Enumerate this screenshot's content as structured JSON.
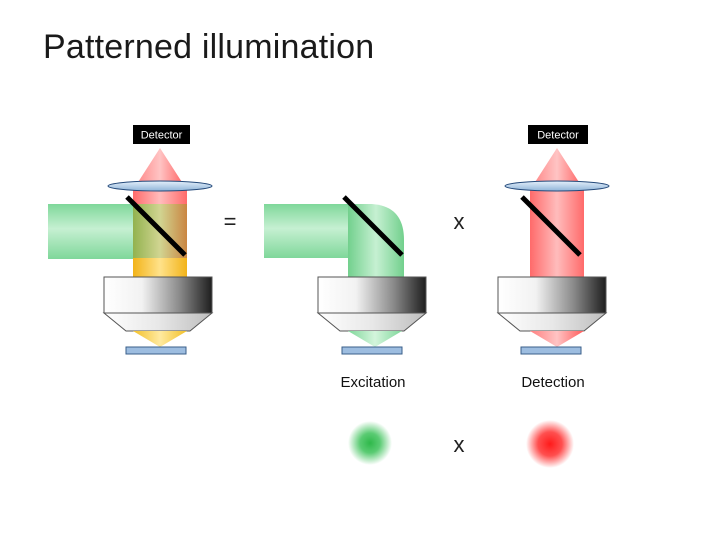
{
  "title": "Patterned illumination",
  "detector_label": "Detector",
  "equals": "=",
  "times": "x",
  "captions": {
    "excitation": "Excitation",
    "detection": "Detection"
  },
  "colors": {
    "excitation": "#2eb84a",
    "detection": "#ff3030",
    "combined": "#f2c029"
  }
}
